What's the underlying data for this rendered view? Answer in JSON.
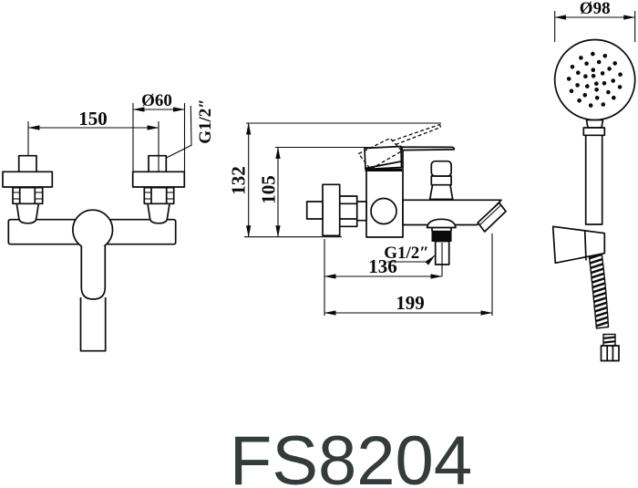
{
  "model": "FS8204",
  "colors": {
    "line": "#0a0a0a",
    "model_text": "#343b3b",
    "background": "#ffffff"
  },
  "views": {
    "front": {
      "dims": {
        "mount_distance": "150",
        "eccentric_diameter": "Ø60",
        "thread": "G1/2″"
      }
    },
    "side": {
      "dims": {
        "total_height": "132",
        "body_height": "105",
        "outlet_thread": "G1/2″",
        "wall_to_outlet": "136",
        "wall_to_spout_tip": "199"
      }
    },
    "shower": {
      "dims": {
        "head_diameter": "Ø98"
      }
    }
  }
}
